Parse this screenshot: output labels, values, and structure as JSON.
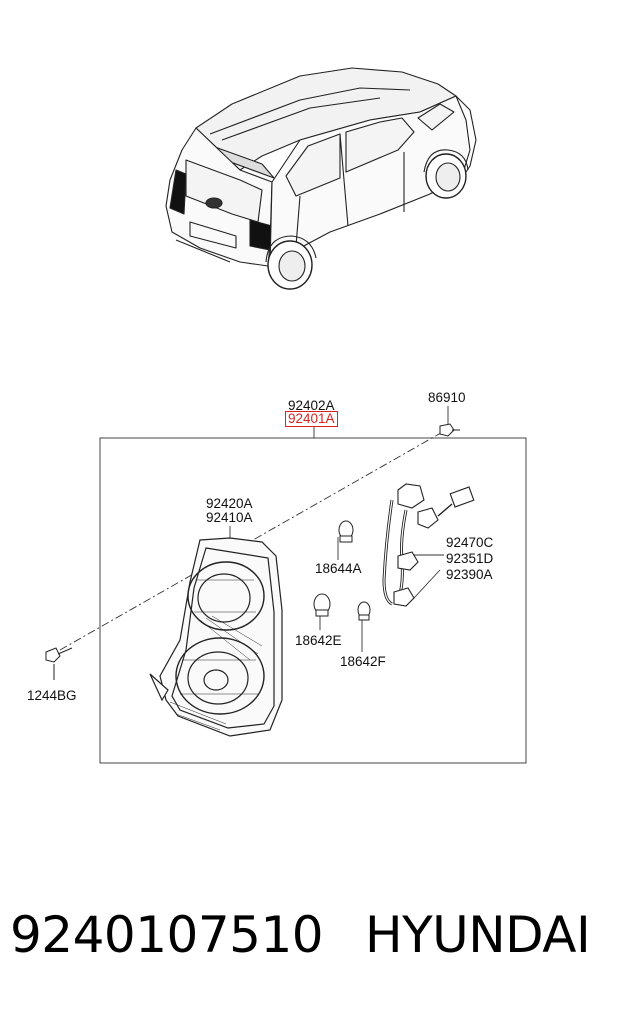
{
  "diagram": {
    "labels": {
      "p92402A": "92402A",
      "p92401A": "92401A",
      "p86910": "86910",
      "p92420A": "92420A",
      "p92410A": "92410A",
      "p92470C": "92470C",
      "p92351D": "92351D",
      "p92390A": "92390A",
      "p18644A": "18644A",
      "p18642E": "18642E",
      "p18642F": "18642F",
      "p1244BG": "1244BG"
    },
    "highlight_color": "#d8241f"
  },
  "footer": {
    "part_number": "9240107510",
    "brand": "HYUNDAI"
  }
}
